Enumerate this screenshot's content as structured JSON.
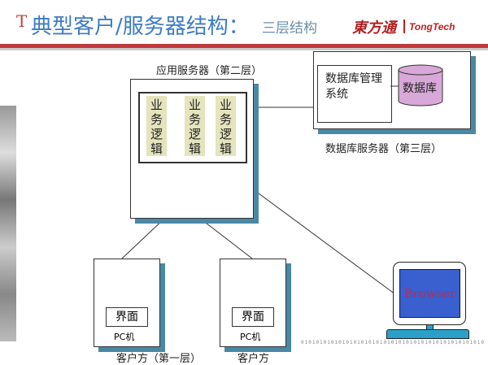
{
  "header": {
    "title": "典型客户/服务器结构：",
    "subtitle": "三层结构",
    "logo_cn": "東方通",
    "logo_en": "TongTech"
  },
  "app_server": {
    "label": "应用服务器（第二层）",
    "logic_blocks": [
      "业务逻辑",
      "业务逻辑",
      "业务逻辑"
    ]
  },
  "db_server": {
    "label": "数据库服务器（第三层）",
    "dbms": "数据库管理系统",
    "database": "数据库"
  },
  "clients": [
    {
      "ui": "界面",
      "machine": "PC机",
      "label": "客户方（第一层）"
    },
    {
      "ui": "界面",
      "machine": "PC机",
      "label": "客户方"
    }
  ],
  "browser": {
    "label": "Browser"
  },
  "decor": {
    "binary": "0101010101010101010101010101010101010101010101010"
  },
  "colors": {
    "title": "#3d7cc4",
    "accent_line": "#c0393b",
    "shadow": "#4a88a4",
    "logic_fill": "#e4e4bd",
    "db_fill": "#d8a8d8",
    "screen": "#3a5fcf"
  }
}
